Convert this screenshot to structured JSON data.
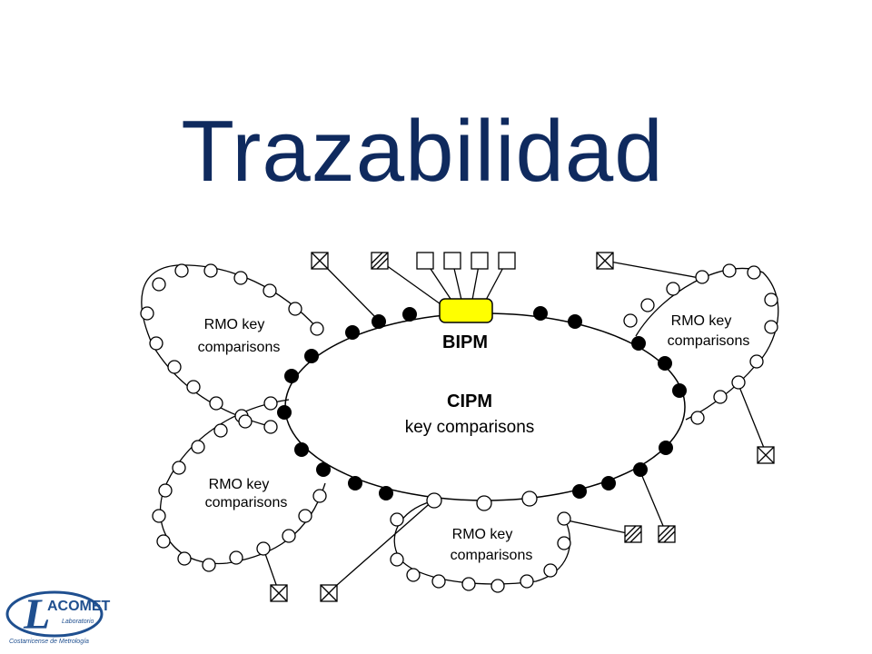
{
  "title": "Trazabilidad",
  "diagram": {
    "central": {
      "hub": "BIPM",
      "title": "CIPM",
      "subtitle": "key comparisons"
    },
    "rmo_loops": [
      {
        "line1": "RMO key",
        "line2": "comparisons"
      },
      {
        "line1": "RMO key",
        "line2": "comparisons"
      },
      {
        "line1": "RMO key",
        "line2": "comparisons"
      },
      {
        "line1": "RMO key",
        "line2": "comparisons"
      }
    ]
  },
  "logo": {
    "brand": "ACOMET",
    "initial": "L",
    "line1": "Laboratorio",
    "line2": "Costarricense de Metrología"
  },
  "colors": {
    "title": "#0f2a5e",
    "hub": "#ffff00",
    "logo": "#1f4f8f"
  }
}
